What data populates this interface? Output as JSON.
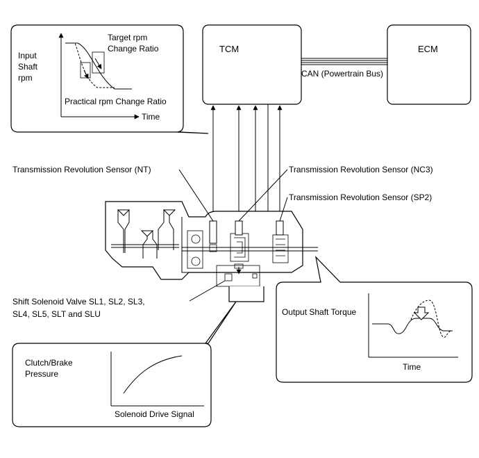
{
  "modules": {
    "tcm": "TCM",
    "ecm": "ECM",
    "can_bus": "CAN (Powertrain Bus)"
  },
  "rpm_graph": {
    "y_label_1": "Input",
    "y_label_2": "Shaft",
    "y_label_3": "rpm",
    "target_1": "Target rpm",
    "target_2": "Change Ratio",
    "practical": "Practical rpm Change Ratio",
    "x_label": "Time"
  },
  "sensors": {
    "nt": "Transmission Revolution Sensor (NT)",
    "nc3": "Transmission Revolution Sensor (NC3)",
    "sp2": "Transmission Revolution Sensor (SP2)"
  },
  "solenoid": {
    "line1": "Shift Solenoid Valve SL1, SL2, SL3,",
    "line2": "SL4, SL5, SLT and SLU"
  },
  "torque_graph": {
    "y_label": "Output Shaft Torque",
    "x_label": "Time"
  },
  "pressure_graph": {
    "y_label_1": "Clutch/Brake",
    "y_label_2": "Pressure",
    "x_label": "Solenoid Drive Signal"
  }
}
